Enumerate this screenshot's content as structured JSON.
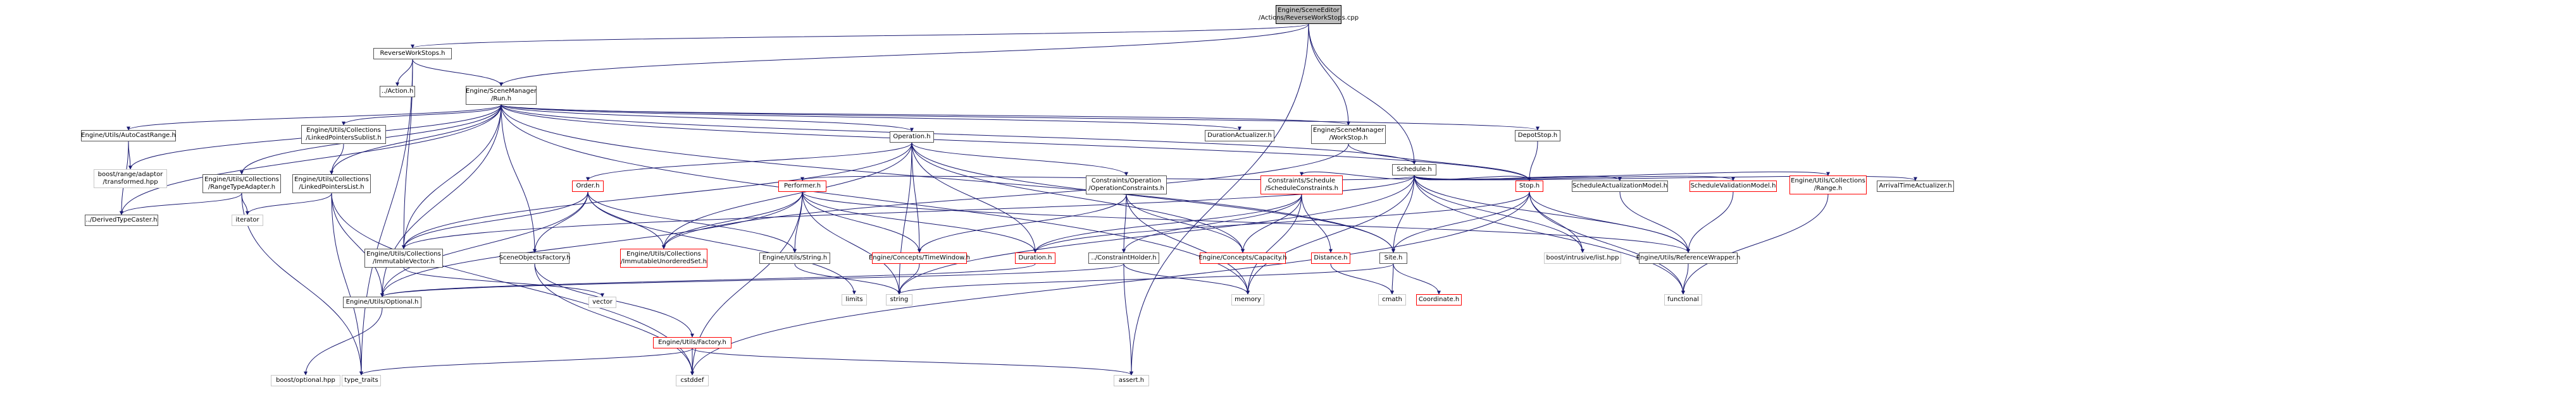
{
  "nodes": {
    "root": "Engine/SceneEditor\n/Actions/ReverseWorkStops.cpp",
    "reverse_work_stops_h": "ReverseWorkStops.h",
    "action_h": "../Action.h",
    "scene_manager_run_h": "Engine/SceneManager\n/Run.h",
    "auto_cast_range_h": "Engine/Utils/AutoCastRange.h",
    "linked_pointers_sublist_h": "Engine/Utils/Collections\n/LinkedPointersSublist.h",
    "operation_h": "Operation.h",
    "duration_actualizer_h": "DurationActualizer.h",
    "scene_manager_workstop_h": "Engine/SceneManager\n/WorkStop.h",
    "depot_stop_h": "DepotStop.h",
    "schedule_h": "Schedule.h",
    "boost_range_adaptor": "boost/range/adaptor\n/transformed.hpp",
    "range_type_adapter_h": "Engine/Utils/Collections\n/RangeTypeAdapter.h",
    "linked_pointers_list_h": "Engine/Utils/Collections\n/LinkedPointersList.h",
    "derived_type_caster_h": "../DerivedTypeCaster.h",
    "iterator": "iterator",
    "order_h": "Order.h",
    "performer_h": "Performer.h",
    "operation_constraints_h": "Constraints/Operation\n/OperationConstraints.h",
    "schedule_constraints_h": "Constraints/Schedule\n/ScheduleConstraints.h",
    "stop_h": "Stop.h",
    "schedule_actualization_model_h": "ScheduleActualizationModel.h",
    "schedule_validation_model_h": "ScheduleValidationModel.h",
    "utils_range_h": "Engine/Utils/Collections\n/Range.h",
    "arrival_time_actualizer_h": "ArrivalTimeActualizer.h",
    "immutable_vector_h": "Engine/Utils/Collections\n/ImmutableVector.h",
    "scene_objects_factory_h": "SceneObjectsFactory.h",
    "immutable_unordered_set_h": "Engine/Utils/Collections\n/ImmutableUnorderedSet.h",
    "utils_string_h": "Engine/Utils/String.h",
    "time_window_h": "Engine/Concepts/TimeWindow.h",
    "duration_h": "Duration.h",
    "constraint_holder_h": "../ConstraintHolder.h",
    "capacity_h": "Engine/Concepts/Capacity.h",
    "distance_h": "Distance.h",
    "site_h": "Site.h",
    "boost_intrusive_list": "boost/intrusive/list.hpp",
    "reference_wrapper_h": "Engine/Utils/ReferenceWrapper.h",
    "optional_h": "Engine/Utils/Optional.h",
    "vector": "vector",
    "limits": "limits",
    "string": "string",
    "memory": "memory",
    "cmath": "cmath",
    "coordinate_h": "Coordinate.h",
    "functional": "functional",
    "utils_factory_h": "Engine/Utils/Factory.h",
    "boost_optional": "boost/optional.hpp",
    "type_traits": "type_traits",
    "cstddef": "cstddef",
    "assert_h": "assert.h"
  },
  "colors": {
    "edge": "#191970",
    "node_border": "#555555",
    "highlight_border": "#ff0000",
    "root_fill": "#bfbfbf",
    "external_border": "#c8c8c8"
  },
  "edges": [
    [
      "root",
      "reverse_work_stops_h"
    ],
    [
      "root",
      "scene_manager_run_h"
    ],
    [
      "root",
      "scene_manager_workstop_h"
    ],
    [
      "root",
      "schedule_h"
    ],
    [
      "root",
      "assert_h"
    ],
    [
      "reverse_work_stops_h",
      "action_h"
    ],
    [
      "reverse_work_stops_h",
      "scene_manager_run_h"
    ],
    [
      "reverse_work_stops_h",
      "immutable_vector_h"
    ],
    [
      "reverse_work_stops_h",
      "type_traits"
    ],
    [
      "scene_manager_run_h",
      "auto_cast_range_h"
    ],
    [
      "scene_manager_run_h",
      "linked_pointers_sublist_h"
    ],
    [
      "scene_manager_run_h",
      "operation_h"
    ],
    [
      "scene_manager_run_h",
      "duration_actualizer_h"
    ],
    [
      "scene_manager_run_h",
      "scene_manager_workstop_h"
    ],
    [
      "scene_manager_run_h",
      "depot_stop_h"
    ],
    [
      "scene_manager_run_h",
      "schedule_h"
    ],
    [
      "scene_manager_run_h",
      "boost_range_adaptor"
    ],
    [
      "scene_manager_run_h",
      "range_type_adapter_h"
    ],
    [
      "scene_manager_run_h",
      "linked_pointers_list_h"
    ],
    [
      "scene_manager_run_h",
      "derived_type_caster_h"
    ],
    [
      "scene_manager_run_h",
      "immutable_vector_h"
    ],
    [
      "scene_manager_run_h",
      "scene_objects_factory_h"
    ],
    [
      "scene_manager_run_h",
      "optional_h"
    ],
    [
      "scene_manager_run_h",
      "memory"
    ],
    [
      "scene_manager_run_h",
      "site_h"
    ],
    [
      "scene_manager_run_h",
      "stop_h"
    ],
    [
      "auto_cast_range_h",
      "boost_range_adaptor"
    ],
    [
      "auto_cast_range_h",
      "derived_type_caster_h"
    ],
    [
      "linked_pointers_sublist_h",
      "linked_pointers_list_h"
    ],
    [
      "operation_h",
      "order_h"
    ],
    [
      "operation_h",
      "operation_constraints_h"
    ],
    [
      "operation_h",
      "time_window_h"
    ],
    [
      "operation_h",
      "duration_h"
    ],
    [
      "operation_h",
      "capacity_h"
    ],
    [
      "operation_h",
      "site_h"
    ],
    [
      "operation_h",
      "string"
    ],
    [
      "operation_h",
      "immutable_vector_h"
    ],
    [
      "operation_h",
      "immutable_unordered_set_h"
    ],
    [
      "scene_manager_workstop_h",
      "stop_h"
    ],
    [
      "scene_manager_workstop_h",
      "immutable_unordered_set_h"
    ],
    [
      "depot_stop_h",
      "stop_h"
    ],
    [
      "schedule_h",
      "performer_h"
    ],
    [
      "schedule_h",
      "schedule_constraints_h"
    ],
    [
      "schedule_h",
      "stop_h"
    ],
    [
      "schedule_h",
      "schedule_actualization_model_h"
    ],
    [
      "schedule_h",
      "schedule_validation_model_h"
    ],
    [
      "schedule_h",
      "utils_range_h"
    ],
    [
      "schedule_h",
      "arrival_time_actualizer_h"
    ],
    [
      "schedule_h",
      "reference_wrapper_h"
    ],
    [
      "schedule_h",
      "functional"
    ],
    [
      "schedule_h",
      "boost_intrusive_list"
    ],
    [
      "schedule_h",
      "site_h"
    ],
    [
      "schedule_h",
      "string"
    ],
    [
      "schedule_h",
      "memory"
    ],
    [
      "schedule_h",
      "immutable_vector_h"
    ],
    [
      "range_type_adapter_h",
      "derived_type_caster_h"
    ],
    [
      "range_type_adapter_h",
      "iterator"
    ],
    [
      "range_type_adapter_h",
      "type_traits"
    ],
    [
      "linked_pointers_list_h",
      "iterator"
    ],
    [
      "linked_pointers_list_h",
      "optional_h"
    ],
    [
      "linked_pointers_list_h",
      "cstddef"
    ],
    [
      "linked_pointers_list_h",
      "type_traits"
    ],
    [
      "order_h",
      "immutable_vector_h"
    ],
    [
      "order_h",
      "scene_objects_factory_h"
    ],
    [
      "order_h",
      "immutable_unordered_set_h"
    ],
    [
      "order_h",
      "utils_string_h"
    ],
    [
      "order_h",
      "optional_h"
    ],
    [
      "order_h",
      "limits"
    ],
    [
      "performer_h",
      "utils_string_h"
    ],
    [
      "performer_h",
      "time_window_h"
    ],
    [
      "performer_h",
      "duration_h"
    ],
    [
      "performer_h",
      "reference_wrapper_h"
    ],
    [
      "performer_h",
      "optional_h"
    ],
    [
      "performer_h",
      "cstddef"
    ],
    [
      "performer_h",
      "string"
    ],
    [
      "performer_h",
      "immutable_unordered_set_h"
    ],
    [
      "operation_constraints_h",
      "constraint_holder_h"
    ],
    [
      "operation_constraints_h",
      "capacity_h"
    ],
    [
      "operation_constraints_h",
      "time_window_h"
    ],
    [
      "operation_constraints_h",
      "memory"
    ],
    [
      "schedule_constraints_h",
      "constraint_holder_h"
    ],
    [
      "schedule_constraints_h",
      "capacity_h"
    ],
    [
      "schedule_constraints_h",
      "distance_h"
    ],
    [
      "schedule_constraints_h",
      "duration_h"
    ],
    [
      "schedule_constraints_h",
      "memory"
    ],
    [
      "stop_h",
      "duration_h"
    ],
    [
      "stop_h",
      "site_h"
    ],
    [
      "stop_h",
      "boost_intrusive_list"
    ],
    [
      "stop_h",
      "functional"
    ],
    [
      "stop_h",
      "cstddef"
    ],
    [
      "stop_h",
      "reference_wrapper_h"
    ],
    [
      "schedule_actualization_model_h",
      "reference_wrapper_h"
    ],
    [
      "schedule_validation_model_h",
      "reference_wrapper_h"
    ],
    [
      "utils_range_h",
      "functional"
    ],
    [
      "immutable_vector_h",
      "vector"
    ],
    [
      "scene_objects_factory_h",
      "utils_factory_h"
    ],
    [
      "scene_objects_factory_h",
      "cstddef"
    ],
    [
      "utils_string_h",
      "string"
    ],
    [
      "time_window_h",
      "string"
    ],
    [
      "duration_h",
      "optional_h"
    ],
    [
      "constraint_holder_h",
      "memory"
    ],
    [
      "constraint_holder_h",
      "assert_h"
    ],
    [
      "constraint_holder_h",
      "optional_h"
    ],
    [
      "distance_h",
      "cmath"
    ],
    [
      "site_h",
      "coordinate_h"
    ],
    [
      "site_h",
      "cmath"
    ],
    [
      "site_h",
      "string"
    ],
    [
      "reference_wrapper_h",
      "functional"
    ],
    [
      "optional_h",
      "boost_optional"
    ],
    [
      "utils_factory_h",
      "type_traits"
    ],
    [
      "utils_factory_h",
      "cstddef"
    ],
    [
      "utils_factory_h",
      "assert_h"
    ]
  ]
}
